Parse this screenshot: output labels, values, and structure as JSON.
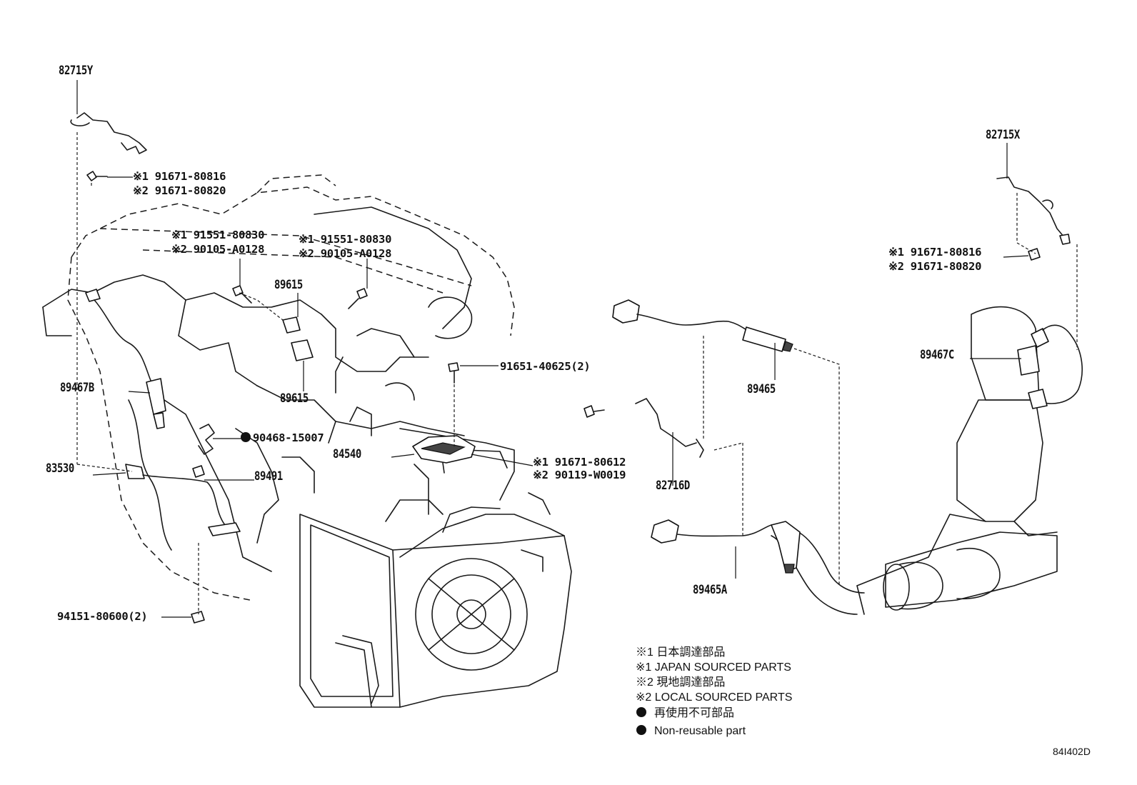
{
  "labels": {
    "p82715Y": "82715Y",
    "p82715X": "82715X",
    "bolt_left_1": "※1 91671-80816",
    "bolt_left_2": "※2 91671-80820",
    "bolt_right_1": "※1 91671-80816",
    "bolt_right_2": "※2 91671-80820",
    "screw_a_1": "※1 91551-80830",
    "screw_a_2": "※2 90105-A0128",
    "screw_b_1": "※1 91551-80830",
    "screw_b_2": "※2 90105-A0128",
    "p89615_top": "89615",
    "p89615_bot": "89615",
    "p91651": "91651-40625(2)",
    "p89467B": "89467B",
    "p90468": "90468-15007",
    "p84540": "84540",
    "p83530": "83530",
    "p89491": "89491",
    "bolt_84540_1": "※1 91671-80612",
    "bolt_84540_2": "※2 90119-W0019",
    "p94151": "94151-80600(2)",
    "p89465": "89465",
    "p82716D": "82716D",
    "p89465A": "89465A",
    "p89467C": "89467C"
  },
  "legend": {
    "l1": "※1 日本調達部品",
    "l2": "※1 JAPAN SOURCED PARTS",
    "l3": "※2 現地調達部品",
    "l4": "※2 LOCAL SOURCED PARTS",
    "l5": "再使用不可部品",
    "l6": "Non-reusable part"
  },
  "reference": "84I402D"
}
